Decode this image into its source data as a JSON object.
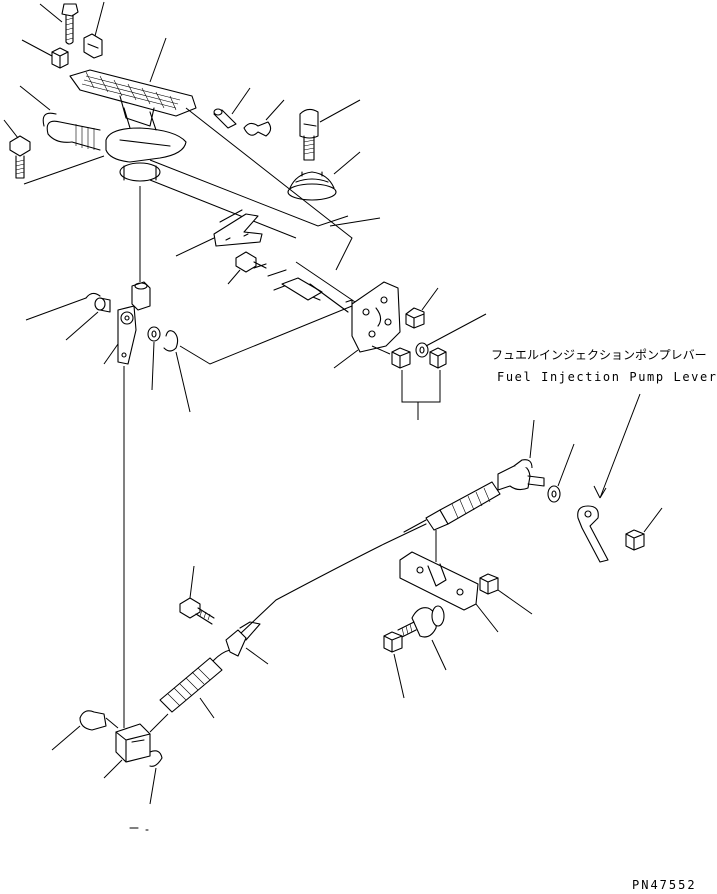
{
  "figure": {
    "callout_label_jp": "フュエルインジェクションポンプレバー",
    "callout_label_en": "Fuel Injection Pump Lever",
    "figure_code": "PN47552"
  },
  "parts": [
    {
      "name": "flange-bolt-top",
      "icon": "bolt-icon"
    },
    {
      "name": "clip-top",
      "icon": "clip-icon"
    },
    {
      "name": "nut-top-left",
      "icon": "nut-icon"
    },
    {
      "name": "accelerator-pedal",
      "icon": "pedal-icon"
    },
    {
      "name": "u-bolt",
      "icon": "u-bolt-icon"
    },
    {
      "name": "bolt-left",
      "icon": "bolt-icon"
    },
    {
      "name": "pin",
      "icon": "pin-icon"
    },
    {
      "name": "spring-clip",
      "icon": "clip-icon"
    },
    {
      "name": "adjust-bolt",
      "icon": "bolt-icon"
    },
    {
      "name": "rubber-boot",
      "icon": "boot-icon"
    },
    {
      "name": "rod-upper",
      "icon": "rod-icon"
    },
    {
      "name": "bracket-upper",
      "icon": "bracket-icon"
    },
    {
      "name": "bolt-mid",
      "icon": "bolt-icon"
    },
    {
      "name": "lever-plate",
      "icon": "plate-icon"
    },
    {
      "name": "nuts-washers",
      "icon": "nut-icon"
    },
    {
      "name": "clevis-link",
      "icon": "clevis-icon"
    },
    {
      "name": "cable-elbow",
      "icon": "fitting-icon"
    },
    {
      "name": "washer-right",
      "icon": "washer-icon"
    },
    {
      "name": "pump-lever",
      "icon": "lever-icon"
    },
    {
      "name": "nut-right",
      "icon": "nut-icon"
    },
    {
      "name": "cable-bracket",
      "icon": "bracket-icon"
    },
    {
      "name": "mount-bolt",
      "icon": "bolt-icon"
    },
    {
      "name": "control-cable",
      "icon": "cable-icon"
    },
    {
      "name": "cable-clamp",
      "icon": "clamp-icon"
    },
    {
      "name": "lower-clevis",
      "icon": "clevis-icon"
    }
  ]
}
